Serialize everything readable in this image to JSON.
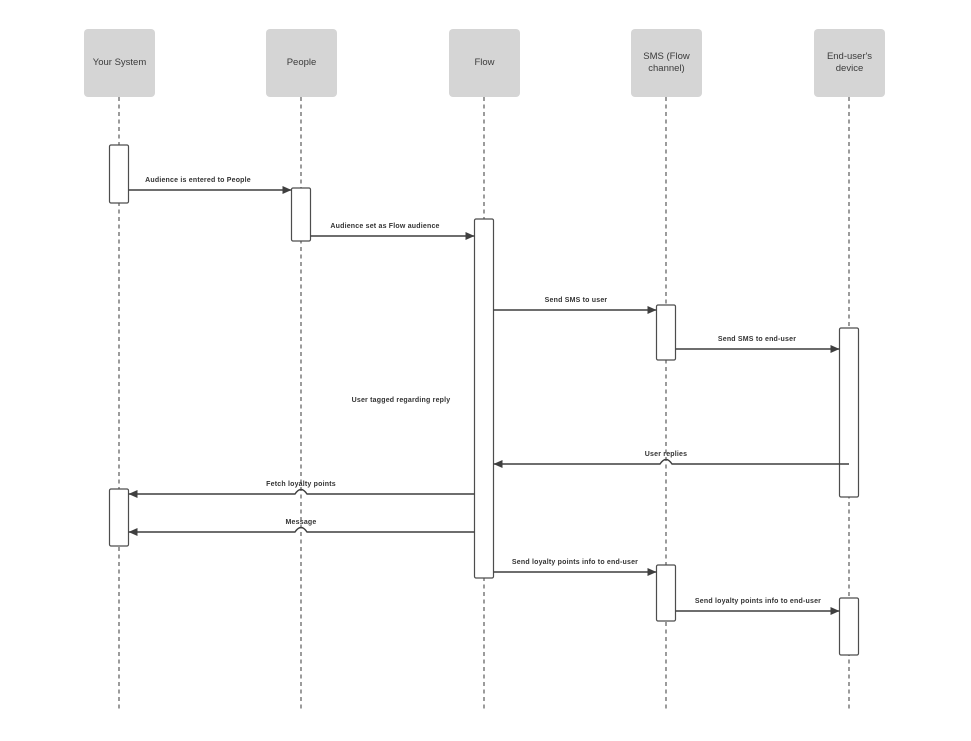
{
  "diagram": {
    "type": "sequence-diagram",
    "actors": [
      {
        "label": "Your System"
      },
      {
        "label": "People"
      },
      {
        "label": "Flow"
      },
      {
        "label": "SMS (Flow channel)"
      },
      {
        "label": "End-user's device"
      }
    ],
    "messages": [
      {
        "label": "Audience is entered to People",
        "from": "Your System",
        "to": "People"
      },
      {
        "label": "Audience set as Flow audience",
        "from": "People",
        "to": "Flow"
      },
      {
        "label": "Send SMS to user",
        "from": "Flow",
        "to": "SMS (Flow channel)"
      },
      {
        "label": "Send SMS to end-user",
        "from": "SMS (Flow channel)",
        "to": "End-user's device"
      },
      {
        "label": "User tagged regarding reply",
        "from": "Flow",
        "to": "Flow"
      },
      {
        "label": "User replies",
        "from": "End-user's device",
        "to": "Flow"
      },
      {
        "label": "Fetch loyalty points",
        "from": "Flow",
        "to": "Your System"
      },
      {
        "label": "Message",
        "from": "Flow",
        "to": "Your System"
      },
      {
        "label": "Send loyalty points info to end-user",
        "from": "Flow",
        "to": "SMS (Flow channel)"
      },
      {
        "label": "Send loyalty points info to end-user",
        "from": "SMS (Flow channel)",
        "to": "End-user's device"
      }
    ],
    "colors": {
      "actor_fill": "#d5d5d5",
      "line": "#3f3f3f",
      "text": "#333333",
      "background": "#ffffff"
    }
  }
}
